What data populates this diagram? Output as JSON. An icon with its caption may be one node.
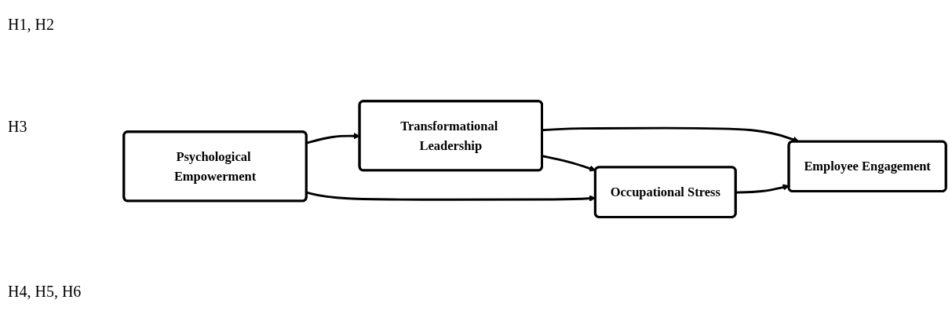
{
  "diagram": {
    "nodes": [
      {
        "text": [
          "Transformational Leadership"
        ]
      },
      {
        "text": [
          "Psychological Empowerment"
        ]
      },
      {
        "text": [
          "Occupational Stress"
        ]
      },
      {
        "text": [
          "Employee Engagement"
        ]
      }
    ],
    "edges": [
      {
        "from": 0,
        "to": 3,
        "arrow": "to"
      },
      {
        "from": 1,
        "to": 0,
        "arrow": "to"
      },
      {
        "from": 0,
        "to": 2,
        "arrow": "to"
      },
      {
        "from": 1,
        "to": 2,
        "arrow": "to"
      },
      {
        "from": 2,
        "to": 3,
        "arrow": "to"
      }
    ],
    "labels": [
      "H1, H2",
      "H3",
      "H4, H5, H6"
    ]
  }
}
